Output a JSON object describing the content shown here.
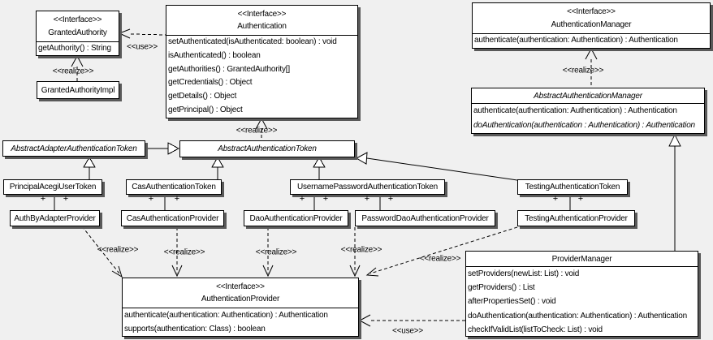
{
  "colors": {
    "background": "#f0f0f0",
    "box_fill": "#ffffff",
    "line": "#000000",
    "shadow": "#595959"
  },
  "labels": {
    "interface": "<<Interface>>",
    "realize": "<<realize>>",
    "use": "<<use>>",
    "plus": "+"
  },
  "classes": {
    "granted_authority": {
      "stereotype": "<<Interface>>",
      "name": "GrantedAuthority",
      "methods": [
        "getAuthority() : String"
      ]
    },
    "granted_authority_impl": {
      "name": "GrantedAuthorityImpl"
    },
    "authentication": {
      "stereotype": "<<Interface>>",
      "name": "Authentication",
      "methods": [
        "setAuthenticated(isAuthenticated: boolean) : void",
        "isAuthenticated() : boolean",
        "getAuthorities() : GrantedAuthority[]",
        "getCredentials() : Object",
        "getDetails() : Object",
        "getPrincipal() : Object"
      ]
    },
    "authentication_manager": {
      "stereotype": "<<Interface>>",
      "name": "AuthenticationManager",
      "methods": [
        "authenticate(authentication: Authentication) : Authentication"
      ]
    },
    "abstract_authentication_manager": {
      "name": "AbstractAuthenticationManager",
      "abstract": true,
      "methods": [
        "authenticate(authentication: Authentication) : Authentication",
        "doAuthentication(authentication : Authentication) : Authentication"
      ]
    },
    "abstract_adapter_authentication_token": {
      "name": "AbstractAdapterAuthenticationToken",
      "abstract": true
    },
    "abstract_authentication_token": {
      "name": "AbstractAuthenticationToken",
      "abstract": true
    },
    "principal_acegi_user_token": {
      "name": "PrincipalAcegiUserToken"
    },
    "cas_authentication_token": {
      "name": "CasAuthenticationToken"
    },
    "username_password_authentication_token": {
      "name": "UsernamePasswordAuthenticationToken"
    },
    "testing_authentication_token": {
      "name": "TestingAuthenticationToken"
    },
    "auth_by_adapter_provider": {
      "name": "AuthByAdapterProvider"
    },
    "cas_authentication_provider": {
      "name": "CasAuthenticationProvider"
    },
    "dao_authentication_provider": {
      "name": "DaoAuthenticationProvider"
    },
    "password_dao_authentication_provider": {
      "name": "PasswordDaoAuthenticationProvider"
    },
    "testing_authentication_provider": {
      "name": "TestingAuthenticationProvider"
    },
    "authentication_provider": {
      "stereotype": "<<Interface>>",
      "name": "AuthenticationProvider",
      "methods": [
        "authenticate(authentication: Authentication) : Authentication",
        "supports(authentication: Class) : boolean"
      ]
    },
    "provider_manager": {
      "name": "ProviderManager",
      "methods": [
        "setProviders(newList: List) : void",
        "getProviders() : List",
        "afterPropertiesSet() : void",
        "doAuthentication(authentication: Authentication) : Authentication",
        "checkIfValidList(listToCheck: List) : void"
      ]
    }
  },
  "relationships": [
    {
      "from": "Authentication",
      "to": "GrantedAuthority",
      "type": "dependency",
      "label": "<<use>>"
    },
    {
      "from": "GrantedAuthorityImpl",
      "to": "GrantedAuthority",
      "type": "realize",
      "label": "<<realize>>"
    },
    {
      "from": "AbstractAuthenticationToken",
      "to": "Authentication",
      "type": "realize",
      "label": "<<realize>>"
    },
    {
      "from": "AbstractAuthenticationManager",
      "to": "AuthenticationManager",
      "type": "realize",
      "label": "<<realize>>"
    },
    {
      "from": "AbstractAdapterAuthenticationToken",
      "to": "AbstractAuthenticationToken",
      "type": "generalization"
    },
    {
      "from": "PrincipalAcegiUserToken",
      "to": "AbstractAdapterAuthenticationToken",
      "type": "generalization"
    },
    {
      "from": "CasAuthenticationToken",
      "to": "AbstractAuthenticationToken",
      "type": "generalization"
    },
    {
      "from": "UsernamePasswordAuthenticationToken",
      "to": "AbstractAuthenticationToken",
      "type": "generalization"
    },
    {
      "from": "TestingAuthenticationToken",
      "to": "AbstractAuthenticationToken",
      "type": "generalization"
    },
    {
      "from": "ProviderManager",
      "to": "AbstractAuthenticationManager",
      "type": "generalization"
    },
    {
      "from": "PrincipalAcegiUserToken",
      "to": "AuthByAdapterProvider",
      "type": "association",
      "multiplicity": "+ +"
    },
    {
      "from": "CasAuthenticationToken",
      "to": "CasAuthenticationProvider",
      "type": "association",
      "multiplicity": "+ +"
    },
    {
      "from": "UsernamePasswordAuthenticationToken",
      "to": "DaoAuthenticationProvider",
      "type": "association",
      "multiplicity": "+ +"
    },
    {
      "from": "UsernamePasswordAuthenticationToken",
      "to": "PasswordDaoAuthenticationProvider",
      "type": "association",
      "multiplicity": "+ +"
    },
    {
      "from": "TestingAuthenticationToken",
      "to": "TestingAuthenticationProvider",
      "type": "association",
      "multiplicity": "+ +"
    },
    {
      "from": "AuthByAdapterProvider",
      "to": "AuthenticationProvider",
      "type": "realize",
      "label": "<<realize>>"
    },
    {
      "from": "CasAuthenticationProvider",
      "to": "AuthenticationProvider",
      "type": "realize",
      "label": "<<realize>>"
    },
    {
      "from": "DaoAuthenticationProvider",
      "to": "AuthenticationProvider",
      "type": "realize",
      "label": "<<realize>>"
    },
    {
      "from": "PasswordDaoAuthenticationProvider",
      "to": "AuthenticationProvider",
      "type": "realize",
      "label": "<<realize>>"
    },
    {
      "from": "TestingAuthenticationProvider",
      "to": "AuthenticationProvider",
      "type": "realize",
      "label": "<<realize>>"
    },
    {
      "from": "ProviderManager",
      "to": "AuthenticationProvider",
      "type": "dependency",
      "label": "<<use>>"
    }
  ]
}
